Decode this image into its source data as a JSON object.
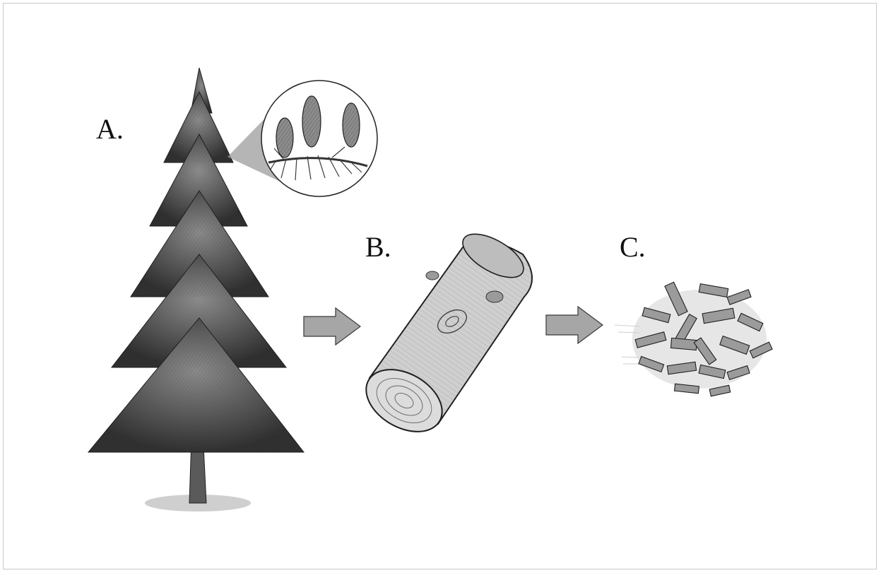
{
  "labels": {
    "a": "A.",
    "b": "B.",
    "c": "C."
  },
  "stages": [
    {
      "id": "a",
      "depicts": "tree-illustration",
      "detail": "cones-inset"
    },
    {
      "id": "b",
      "depicts": "log-illustration"
    },
    {
      "id": "c",
      "depicts": "wood-chips-illustration"
    }
  ],
  "colors": {
    "ink": "#1a1a1a",
    "arrow_fill": "#a6a6a6",
    "arrow_stroke": "#3a3a3a",
    "frame": "#c9c9c9",
    "foliage_dark": "#2e2e2e",
    "foliage_mid": "#6d6d6d",
    "wood_light": "#d6d6d6"
  }
}
